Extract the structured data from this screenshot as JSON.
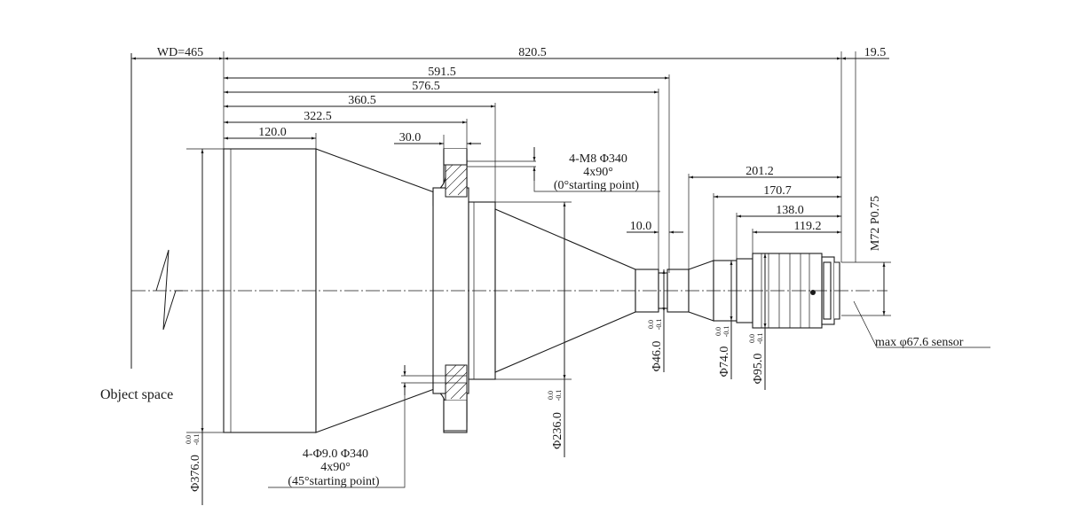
{
  "dimensions": {
    "wd": "WD=465",
    "d820": "820.5",
    "d19": "19.5",
    "d591": "591.5",
    "d576": "576.5",
    "d360": "360.5",
    "d322": "322.5",
    "d120": "120.0",
    "d30": "30.0",
    "d201": "201.2",
    "d170": "170.7",
    "d138": "138.0",
    "d119": "119.2",
    "d10": "10.0"
  },
  "diameters": {
    "d376": "Φ376.0",
    "d236": "Φ236.0",
    "d46": "Φ46.0",
    "d74": "Φ74.0",
    "d95": "Φ95.0"
  },
  "tolerance": {
    "upper": "0.0",
    "lower": "-0.1"
  },
  "notes": {
    "m8_line1": "4-M8 Φ340",
    "m8_line2": "4x90°",
    "m8_line3": "(0°starting point)",
    "hole_line1": "4-Φ9.0  Φ340",
    "hole_line2": "4x90°",
    "hole_line3": "(45°starting point)",
    "thread": "M72 P0.75",
    "sensor": "max  φ67.6 sensor",
    "object_space": "Object space"
  }
}
